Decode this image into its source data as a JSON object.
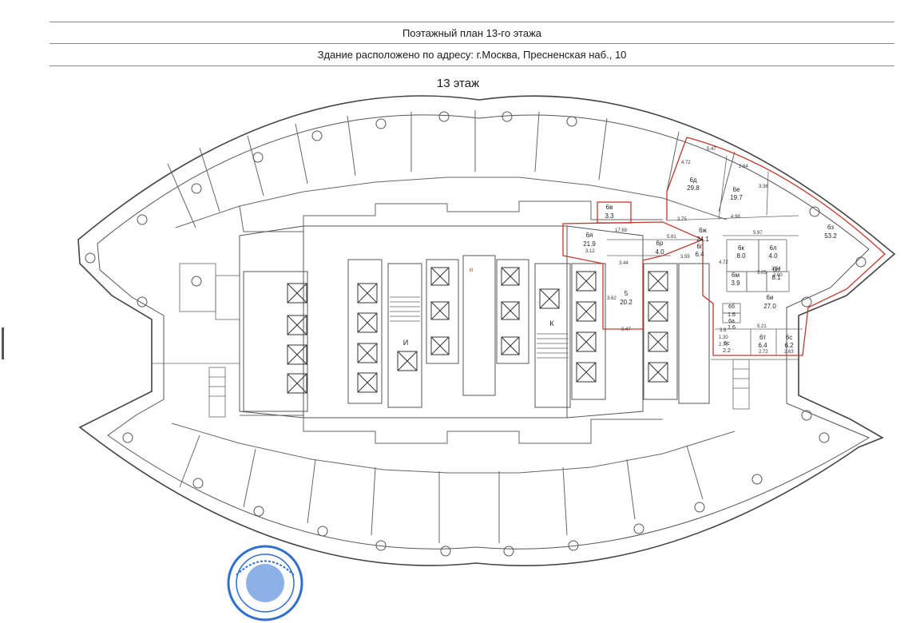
{
  "document": {
    "title": "Поэтажный план 13-го этажа",
    "address_line": "Здание расположено по адресу: г.Москва, Пресненская наб., 10",
    "floor_label": "13 этаж"
  },
  "plan": {
    "rooms": [
      {
        "label": "6д",
        "area": "29.8"
      },
      {
        "label": "6е",
        "area": "19.7"
      },
      {
        "label": "6в",
        "area": "3.3"
      },
      {
        "label": "6я",
        "area": "21.9"
      },
      {
        "label": "6ж",
        "area": "24.1"
      },
      {
        "label": "6з",
        "area": "53.2"
      },
      {
        "label": "6р",
        "area": "4.0"
      },
      {
        "label": "6г",
        "area": "6.4"
      },
      {
        "label": "6к",
        "area": "8.0"
      },
      {
        "label": "6л",
        "area": "4.0"
      },
      {
        "label": "6м",
        "area": "3.9"
      },
      {
        "label": "6п",
        "area": "8.1"
      },
      {
        "label": "5",
        "area": "20.2"
      },
      {
        "label": "6и",
        "area": "27.0"
      },
      {
        "label": "6б",
        "area": "1.6"
      },
      {
        "label": "6а",
        "area": "1.6"
      },
      {
        "label": "6с",
        "area": "2.2"
      },
      {
        "label": "6т",
        "area": "6.4"
      },
      {
        "label": "6с",
        "area": "6.2"
      }
    ],
    "dims": [
      "4.72",
      "5.47",
      "2.64",
      "3.36",
      "3.75",
      "4.98",
      "17.69",
      "5.81",
      "5.97",
      "3.12",
      "3.44",
      "3.59",
      "4.72",
      "2.54",
      "3.05",
      "2.00",
      "5.21",
      "2.72",
      "2.63",
      "3.47",
      "3.62",
      "2.70",
      "3.8",
      "1.30"
    ],
    "core_labels": {
      "stair_1": "И",
      "stair_2": "К",
      "mark": "III"
    },
    "accent_red": "#c0392b"
  },
  "stamp": {
    "color": "#2f6fd1"
  }
}
